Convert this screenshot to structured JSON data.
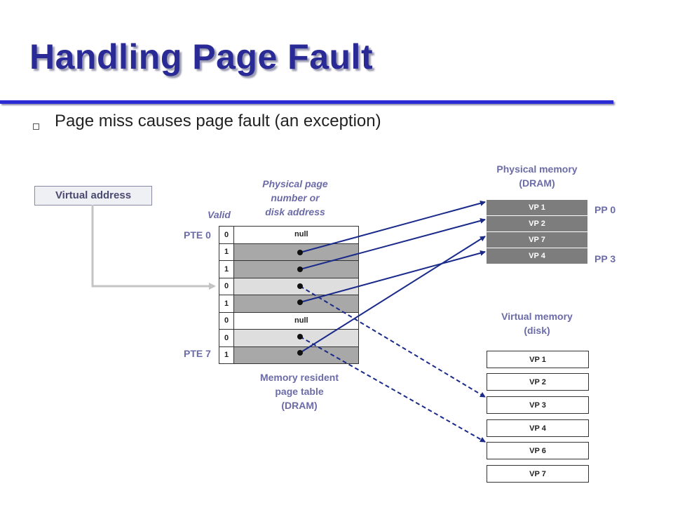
{
  "title": "Handling Page Fault",
  "bullet": "Page miss causes page fault (an exception)",
  "virtual_address_label": "Virtual address",
  "column_labels": {
    "valid": "Valid",
    "ppn_line1": "Physical page",
    "ppn_line2": "number or",
    "ppn_line3": "disk address"
  },
  "pte_labels": {
    "first": "PTE 0",
    "last": "PTE 7"
  },
  "page_table": {
    "rows": [
      {
        "valid": "0",
        "addr": "null"
      },
      {
        "valid": "1",
        "addr": ""
      },
      {
        "valid": "1",
        "addr": ""
      },
      {
        "valid": "0",
        "addr": ""
      },
      {
        "valid": "1",
        "addr": ""
      },
      {
        "valid": "0",
        "addr": "null"
      },
      {
        "valid": "0",
        "addr": ""
      },
      {
        "valid": "1",
        "addr": ""
      }
    ],
    "caption_line1": "Memory resident",
    "caption_line2": "page table",
    "caption_line3": "(DRAM)"
  },
  "physical_memory": {
    "title_line1": "Physical memory",
    "title_line2": "(DRAM)",
    "pages": [
      "VP 1",
      "VP 2",
      "VP 7",
      "VP 4"
    ],
    "pp_first": "PP 0",
    "pp_last": "PP 3"
  },
  "virtual_memory": {
    "title_line1": "Virtual memory",
    "title_line2": "(disk)",
    "pages": [
      "VP 1",
      "VP 2",
      "VP 3",
      "VP 4",
      "VP 6",
      "VP 7"
    ]
  },
  "colors": {
    "title": "#2a2a96",
    "rule": "#2b2bd6",
    "labels": "#6b6ba8",
    "arrows": "#1a2a8a",
    "resident_page": "#7d7d7d"
  }
}
